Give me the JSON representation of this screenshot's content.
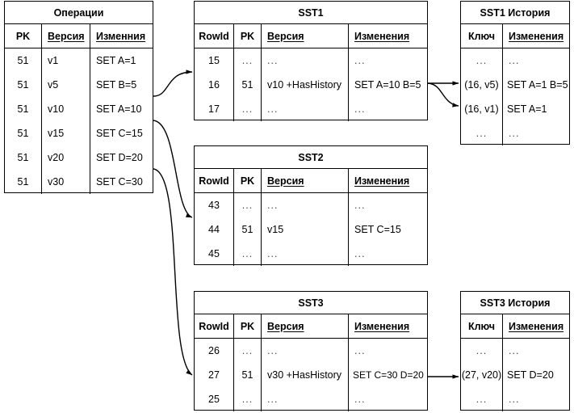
{
  "diagram": {
    "title": "SST history diagram",
    "stroke_color": "#000000",
    "background": "#ffffff"
  },
  "operations_table": {
    "title": "Операции",
    "columns": [
      "PK",
      "Версия",
      "Изменния"
    ],
    "rows": [
      {
        "pk": "51",
        "version": "v1",
        "changes": "SET A=1"
      },
      {
        "pk": "51",
        "version": "v5",
        "changes": "SET B=5"
      },
      {
        "pk": "51",
        "version": "v10",
        "changes": "SET A=10"
      },
      {
        "pk": "51",
        "version": "v15",
        "changes": "SET C=15"
      },
      {
        "pk": "51",
        "version": "v20",
        "changes": "SET D=20"
      },
      {
        "pk": "51",
        "version": "v30",
        "changes": "SET C=30"
      }
    ]
  },
  "sst1_table": {
    "title": "SST1",
    "columns": [
      "RowId",
      "PK",
      "Версия",
      "Изменения"
    ],
    "rows": [
      {
        "rowid": "15",
        "pk": "...",
        "version": "...",
        "changes": "..."
      },
      {
        "rowid": "16",
        "pk": "51",
        "version": "v10 +HasHistory",
        "changes": "SET A=10 B=5"
      },
      {
        "rowid": "17",
        "pk": "...",
        "version": "...",
        "changes": "..."
      }
    ]
  },
  "sst1_history_table": {
    "title": "SST1 История",
    "columns": [
      "Ключ",
      "Изменения"
    ],
    "rows": [
      {
        "key": "...",
        "changes": "..."
      },
      {
        "key": "(16, v5)",
        "changes": "SET A=1 B=5"
      },
      {
        "key": "(16, v1)",
        "changes": "SET A=1"
      },
      {
        "key": "...",
        "changes": "..."
      }
    ]
  },
  "sst2_table": {
    "title": "SST2",
    "columns": [
      "RowId",
      "PK",
      "Версия",
      "Изменения"
    ],
    "rows": [
      {
        "rowid": "43",
        "pk": "...",
        "version": "...",
        "changes": "..."
      },
      {
        "rowid": "44",
        "pk": "51",
        "version": "v15",
        "changes": "SET C=15"
      },
      {
        "rowid": "45",
        "pk": "...",
        "version": "...",
        "changes": "..."
      }
    ]
  },
  "sst3_table": {
    "title": "SST3",
    "columns": [
      "RowId",
      "PK",
      "Версия",
      "Изменения"
    ],
    "rows": [
      {
        "rowid": "26",
        "pk": "...",
        "version": "...",
        "changes": "..."
      },
      {
        "rowid": "27",
        "pk": "51",
        "version": "v30 +HasHistory",
        "changes": "SET C=30 D=20"
      },
      {
        "rowid": "25",
        "pk": "...",
        "version": "...",
        "changes": "..."
      }
    ]
  },
  "sst3_history_table": {
    "title": "SST3 История",
    "columns": [
      "Ключ",
      "Изменения"
    ],
    "rows": [
      {
        "key": "...",
        "changes": "..."
      },
      {
        "key": "(27, v20)",
        "changes": "SET D=20"
      },
      {
        "key": "...",
        "changes": "..."
      }
    ]
  },
  "connectors": [
    {
      "name": "operations-v10-to-sst1",
      "from": "Операции v10",
      "to": "SST1 row 16"
    },
    {
      "name": "operations-v15-to-sst2",
      "from": "Операции v15",
      "to": "SST2 row 44"
    },
    {
      "name": "operations-v30-to-sst3",
      "from": "Операции v30",
      "to": "SST3 row 27"
    },
    {
      "name": "sst1-to-history-v5",
      "from": "SST1 row 16",
      "to": "SST1 История (16, v5)"
    },
    {
      "name": "sst1-to-history-v1",
      "from": "SST1 row 16",
      "to": "SST1 История (16, v1)"
    },
    {
      "name": "sst3-to-history-v20",
      "from": "SST3 row 27",
      "to": "SST3 История (27, v20)"
    }
  ]
}
